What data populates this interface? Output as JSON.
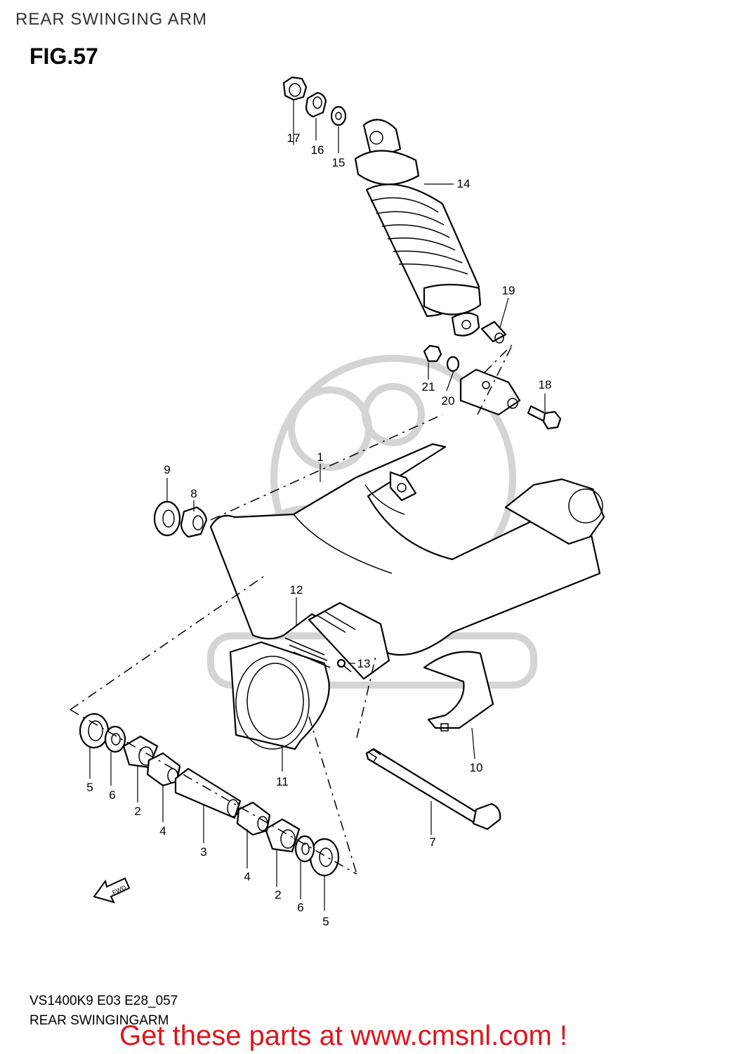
{
  "header": {
    "title": "REAR SWINGING ARM"
  },
  "figure": {
    "label": "FIG.57"
  },
  "callouts": {
    "p1": "1",
    "p2a": "2",
    "p2b": "2",
    "p3": "3",
    "p4a": "4",
    "p4b": "4",
    "p5a": "5",
    "p5b": "5",
    "p6a": "6",
    "p6b": "6",
    "p7": "7",
    "p8": "8",
    "p9": "9",
    "p10": "10",
    "p11": "11",
    "p12": "12",
    "p13": "13",
    "p14": "14",
    "p15": "15",
    "p16": "16",
    "p17": "17",
    "p18": "18",
    "p19": "19",
    "p20": "20",
    "p21": "21"
  },
  "footer": {
    "model_code": "VS1400K9 E03 E28_057",
    "caption": "REAR SWINGINGARM",
    "promo": "Get these parts at www.cmsnl.com !"
  },
  "colors": {
    "promo": "#e0151b",
    "watermark": "#d4d4d4"
  }
}
